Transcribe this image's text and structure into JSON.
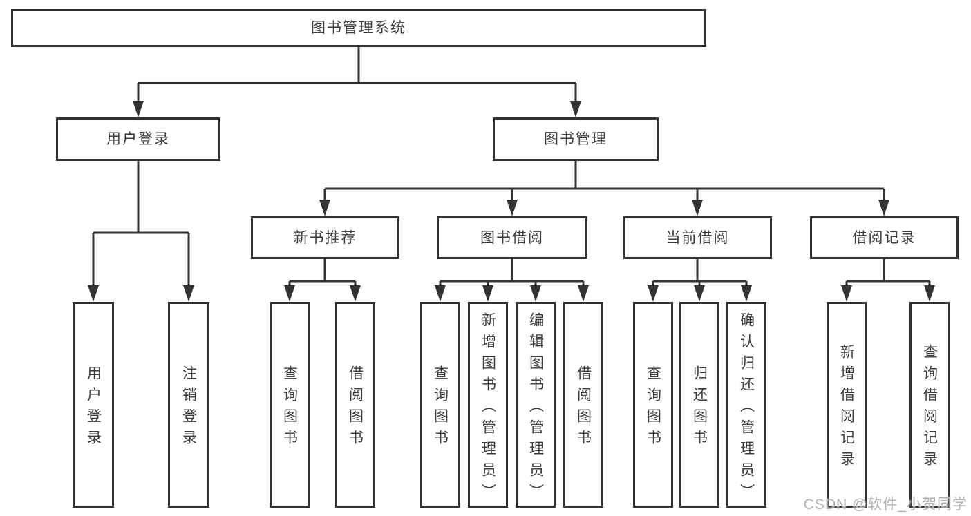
{
  "tree": {
    "root": {
      "label": "图书管理系统",
      "children": [
        {
          "label": "用户登录",
          "children": [
            {
              "label": "用户登录"
            },
            {
              "label": "注销登录"
            }
          ]
        },
        {
          "label": "图书管理",
          "children": [
            {
              "label": "新书推荐",
              "children": [
                {
                  "label": "查询图书"
                },
                {
                  "label": "借阅图书"
                }
              ]
            },
            {
              "label": "图书借阅",
              "children": [
                {
                  "label": "查询图书"
                },
                {
                  "label": "新增图书（管理员）"
                },
                {
                  "label": "编辑图书（管理员）"
                },
                {
                  "label": "借阅图书"
                }
              ]
            },
            {
              "label": "当前借阅",
              "children": [
                {
                  "label": "查询图书"
                },
                {
                  "label": "归还图书"
                },
                {
                  "label": "确认归还（管理员）"
                }
              ]
            },
            {
              "label": "借阅记录",
              "children": [
                {
                  "label": "新增借阅记录"
                },
                {
                  "label": "查询借阅记录"
                }
              ]
            }
          ]
        }
      ]
    }
  },
  "watermark": {
    "text": "CSDN @软件_小贺同学"
  },
  "colors": {
    "line": "#333333",
    "text": "#3d3d3d",
    "box_background": "#ffffff",
    "page_background": "#ffffff",
    "watermark": "#b0b0b0"
  }
}
